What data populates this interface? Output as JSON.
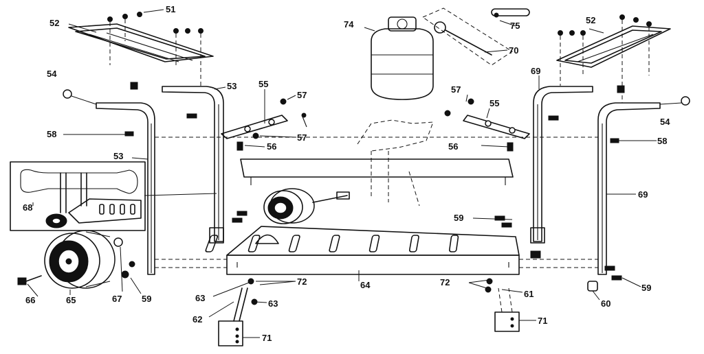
{
  "callouts": {
    "c51": "51",
    "c52a": "52",
    "c52b": "52",
    "c53a": "53",
    "c53b": "53",
    "c54a": "54",
    "c54b": "54",
    "c55a": "55",
    "c55b": "55",
    "c56a": "56",
    "c56b": "56",
    "c57a": "57",
    "c57b": "57",
    "c57c": "57",
    "c58a": "58",
    "c58b": "58",
    "c59a": "59",
    "c59b": "59",
    "c59c": "59",
    "c60": "60",
    "c61": "61",
    "c62": "62",
    "c63a": "63",
    "c63b": "63",
    "c64": "64",
    "c65": "65",
    "c66": "66",
    "c67": "67",
    "c68": "68",
    "c69a": "69",
    "c69b": "69",
    "c70": "70",
    "c71a": "71",
    "c71b": "71",
    "c72a": "72",
    "c72b": "72",
    "c74": "74",
    "c75": "75"
  }
}
